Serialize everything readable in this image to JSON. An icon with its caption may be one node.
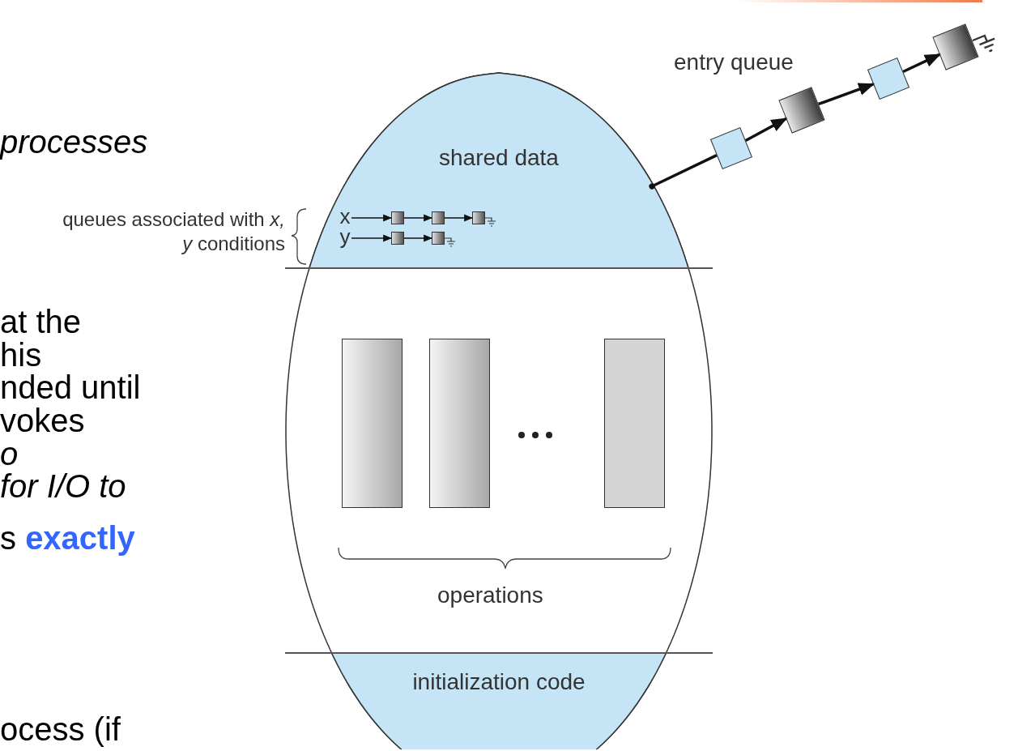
{
  "diagram": {
    "nodes": [
      {
        "text": [],
        "shape": "ellipse"
      },
      {
        "text": [
          "shared data"
        ],
        "in": 0
      },
      {
        "text": [
          "initialization code"
        ],
        "in": 0
      },
      {
        "text": [],
        "shape": "box",
        "in": 0
      },
      {
        "text": [],
        "shape": "box",
        "in": 0
      },
      {
        "text": [],
        "shape": "box",
        "in": 0
      },
      {
        "text": [
          "x"
        ],
        "in": 1
      },
      {
        "text": [],
        "shape": "box",
        "in": 1
      },
      {
        "text": [],
        "shape": "box",
        "in": 1
      },
      {
        "text": [],
        "shape": "box",
        "in": 1
      },
      {
        "text": [
          "y"
        ],
        "in": 1
      },
      {
        "text": [],
        "shape": "box",
        "in": 1
      },
      {
        "text": [],
        "shape": "box",
        "in": 1
      },
      {
        "text": [],
        "shape": "box"
      },
      {
        "text": [],
        "shape": "box"
      },
      {
        "text": [],
        "shape": "box"
      },
      {
        "text": [],
        "shape": "box"
      }
    ],
    "edges": [
      {
        "from": 6,
        "to": 7,
        "arrow": "to"
      },
      {
        "from": 7,
        "to": 8,
        "arrow": "to"
      },
      {
        "from": 8,
        "to": 9,
        "arrow": "to"
      },
      {
        "from": 10,
        "to": 11,
        "arrow": "to"
      },
      {
        "from": 11,
        "to": 12,
        "arrow": "to"
      },
      {
        "from": 0,
        "to": 13,
        "arrow": "other",
        "style": "thick"
      },
      {
        "from": 13,
        "to": 14,
        "arrow": "to",
        "style": "thick"
      },
      {
        "from": 14,
        "to": 15,
        "arrow": "to",
        "style": "thick"
      },
      {
        "from": 15,
        "to": 16,
        "arrow": "to",
        "style": "thick"
      }
    ],
    "labels": [
      "entry queue",
      "processes",
      "queues associated with *x, y* conditions",
      "at the",
      "his",
      "nded until",
      "vokes",
      "o",
      "for I/O to",
      "operations",
      "s **exactly**",
      "ocess (if"
    ]
  }
}
